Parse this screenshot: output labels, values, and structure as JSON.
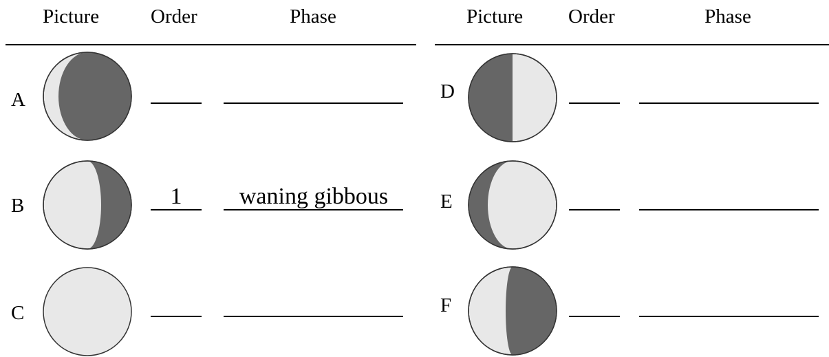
{
  "headers": {
    "left": {
      "picture": "Picture",
      "order": "Order",
      "phase": "Phase"
    },
    "right": {
      "picture": "Picture",
      "order": "Order",
      "phase": "Phase"
    }
  },
  "colors": {
    "light": "#e8e8e8",
    "dark": "#666666",
    "outline": "#333333"
  },
  "rows": [
    {
      "letter": "A",
      "illustration": "waxing-crescent-like moon: thin light sliver on left, rest dark",
      "order": "",
      "phase": ""
    },
    {
      "letter": "B",
      "illustration": "gibbous moon: light on left, dark crescent on right",
      "order": "1",
      "phase": "waning gibbous"
    },
    {
      "letter": "C",
      "illustration": "full moon: fully light",
      "order": "",
      "phase": ""
    },
    {
      "letter": "D",
      "illustration": "quarter moon: left half dark, right half light",
      "order": "",
      "phase": ""
    },
    {
      "letter": "E",
      "illustration": "gibbous moon: dark crescent on left, light on right",
      "order": "",
      "phase": ""
    },
    {
      "letter": "F",
      "illustration": "crescent moon: light sliver on left, rest dark",
      "order": "",
      "phase": ""
    }
  ]
}
